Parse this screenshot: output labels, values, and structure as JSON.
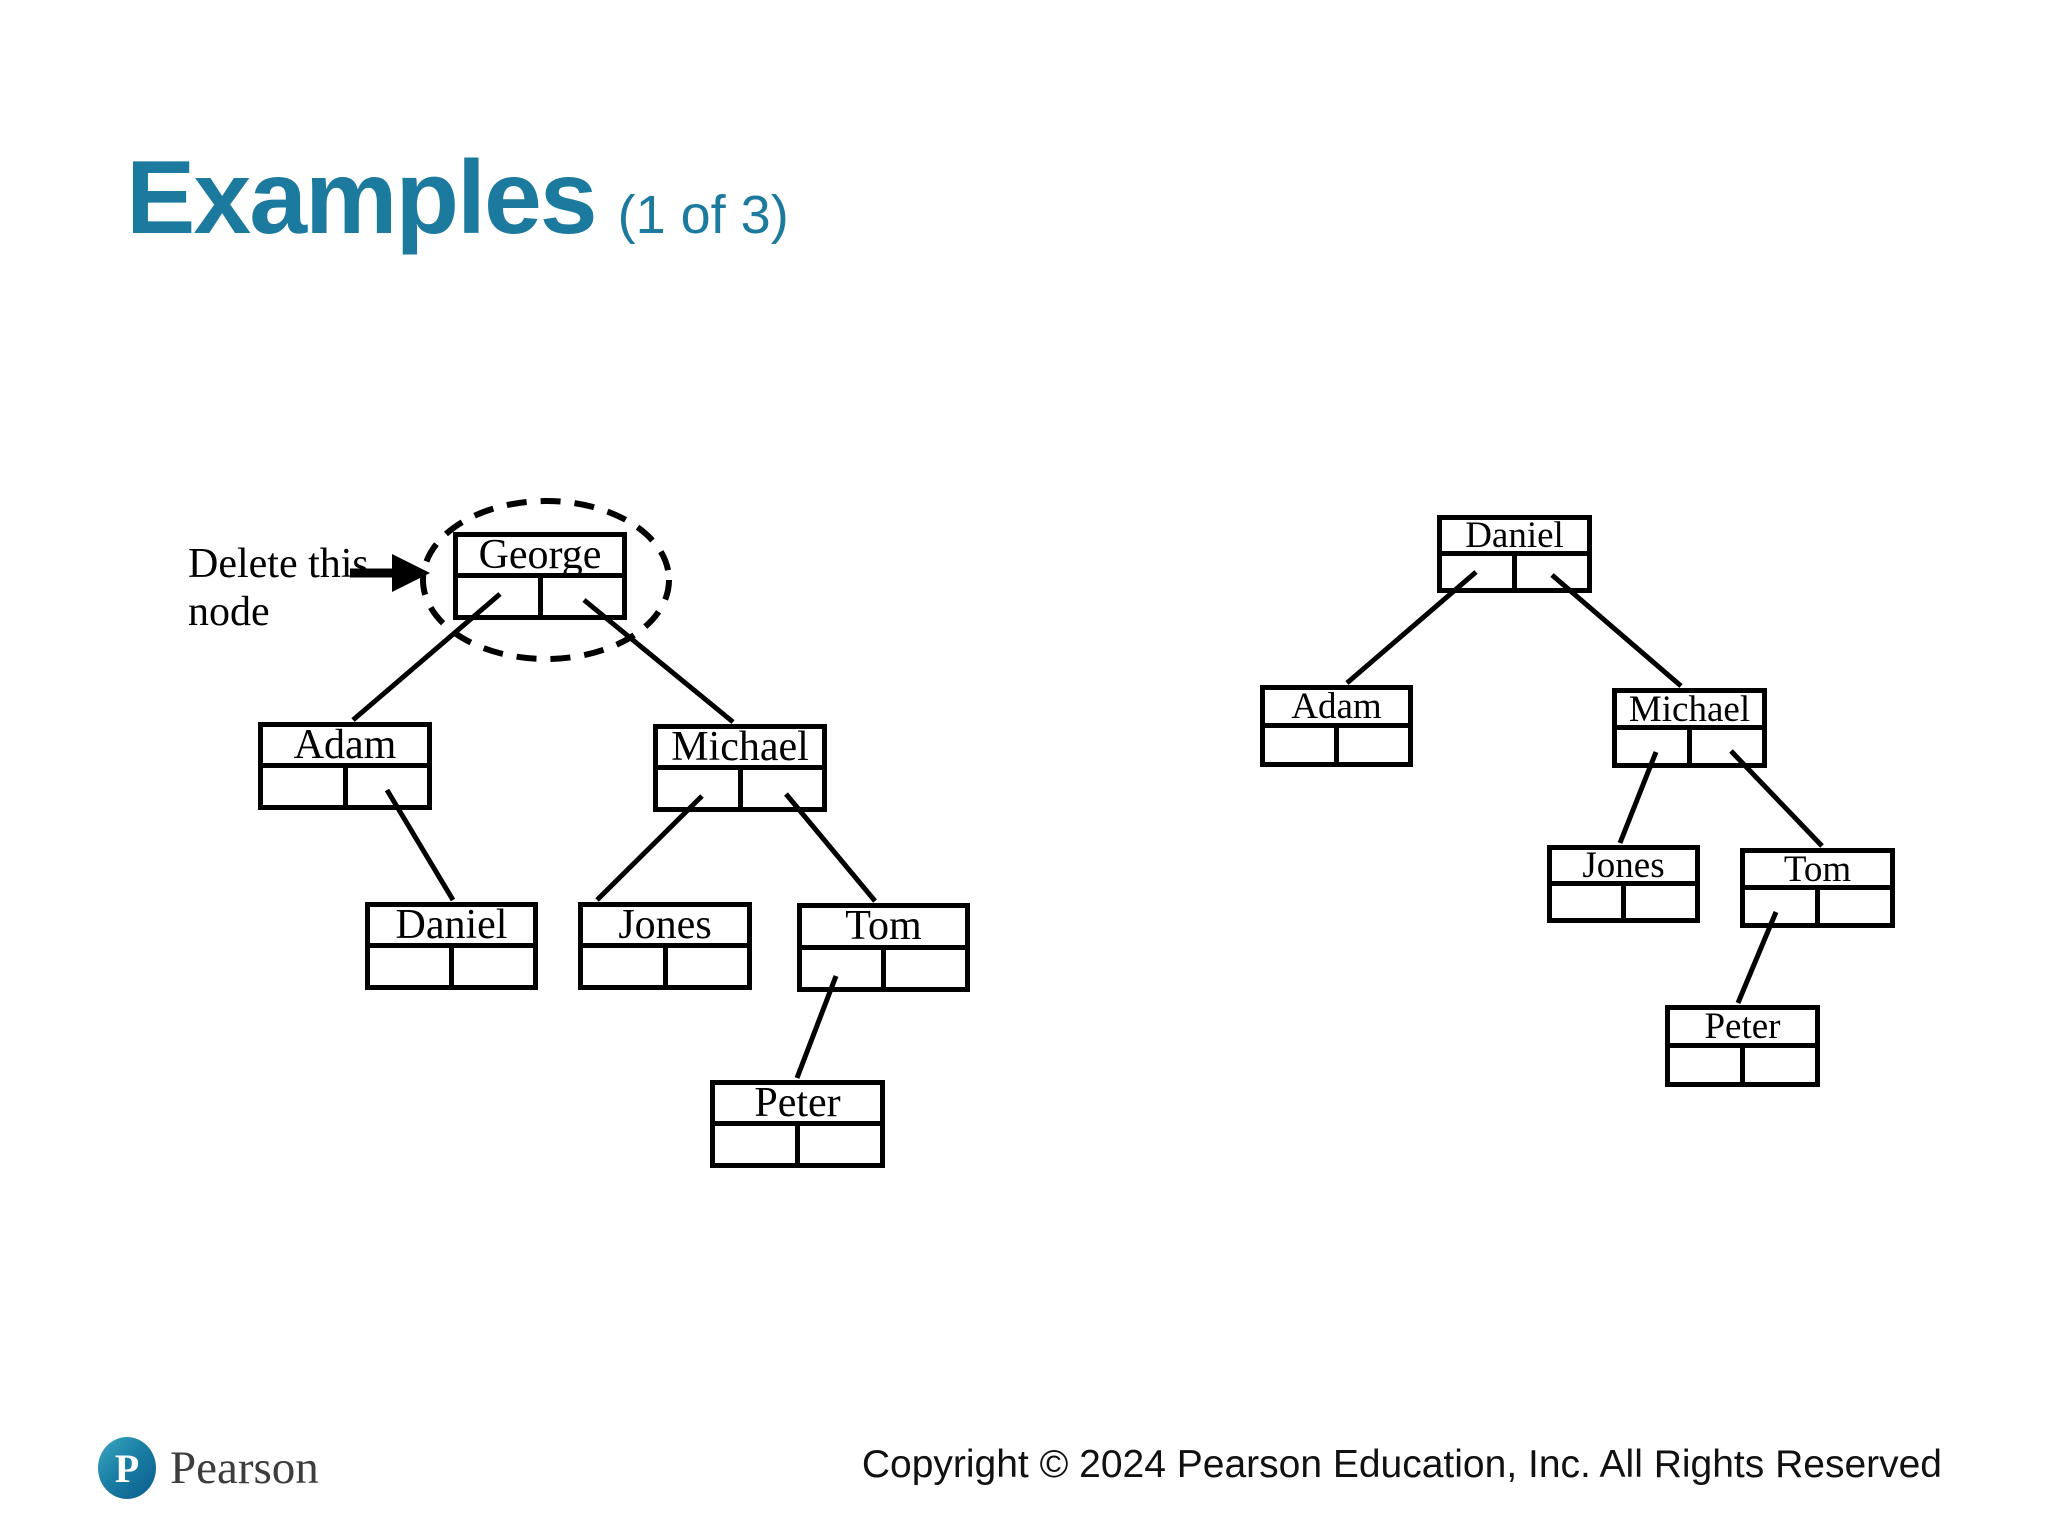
{
  "slide": {
    "title": "Examples",
    "title_suffix": "(1 of 3)",
    "title_color": "#1b7a9e"
  },
  "annotation": {
    "text": "Delete this node",
    "arrow": "points right at the George node circled with a dashed ellipse"
  },
  "trees": {
    "left": {
      "description": "Binary search tree before deletion; root George is marked for deletion",
      "nodes": {
        "george": {
          "label": "George"
        },
        "adam": {
          "label": "Adam"
        },
        "michael": {
          "label": "Michael"
        },
        "daniel": {
          "label": "Daniel"
        },
        "jones": {
          "label": "Jones"
        },
        "tom": {
          "label": "Tom"
        },
        "peter": {
          "label": "Peter"
        }
      },
      "edges": [
        {
          "parent": "George",
          "pointer": "left",
          "child": "Adam"
        },
        {
          "parent": "George",
          "pointer": "right",
          "child": "Michael"
        },
        {
          "parent": "Adam",
          "pointer": "right",
          "child": "Daniel"
        },
        {
          "parent": "Michael",
          "pointer": "left",
          "child": "Jones"
        },
        {
          "parent": "Michael",
          "pointer": "right",
          "child": "Tom"
        },
        {
          "parent": "Tom",
          "pointer": "left",
          "child": "Peter"
        }
      ]
    },
    "right": {
      "description": "Binary search tree after deleting George; Daniel promoted to root",
      "nodes": {
        "daniel": {
          "label": "Daniel"
        },
        "adam": {
          "label": "Adam"
        },
        "michael": {
          "label": "Michael"
        },
        "jones": {
          "label": "Jones"
        },
        "tom": {
          "label": "Tom"
        },
        "peter": {
          "label": "Peter"
        }
      },
      "edges": [
        {
          "parent": "Daniel",
          "pointer": "left",
          "child": "Adam"
        },
        {
          "parent": "Daniel",
          "pointer": "right",
          "child": "Michael"
        },
        {
          "parent": "Michael",
          "pointer": "left",
          "child": "Jones"
        },
        {
          "parent": "Michael",
          "pointer": "right",
          "child": "Tom"
        },
        {
          "parent": "Tom",
          "pointer": "left",
          "child": "Peter"
        }
      ]
    }
  },
  "footer": {
    "logo_mark": "P",
    "logo_text": "Pearson",
    "copyright": "Copyright © 2024 Pearson Education, Inc. All Rights Reserved"
  }
}
